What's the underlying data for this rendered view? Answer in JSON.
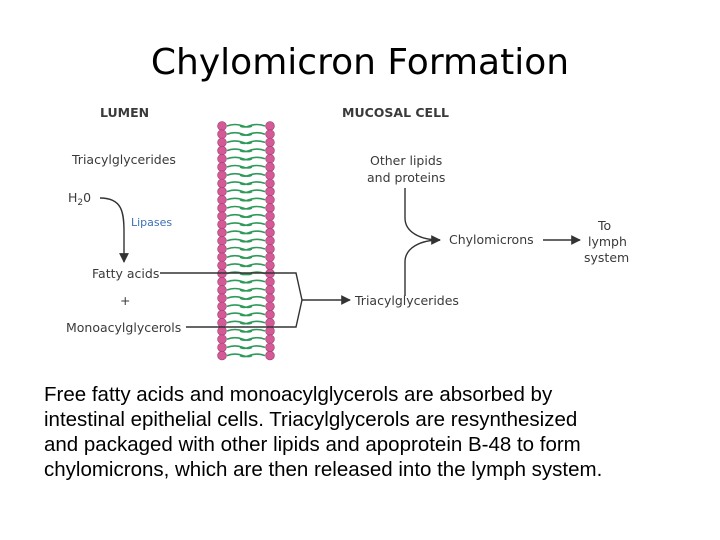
{
  "slide": {
    "title": "Chylomicron Formation",
    "caption_lines": [
      "Free fatty acids and monoacylglycerols are absorbed by",
      "intestinal epithelial cells. Triacylglycerols are resynthesized",
      "and packaged with other lipids and apoprotein B-48 to form",
      "chylomicrons, which are then released into the lymph system."
    ]
  },
  "diagram": {
    "lumen_label": "LUMEN",
    "mucosal_label": "MUCOSAL CELL",
    "triacylglycerides_left": "Triacylglycerides",
    "water": "H",
    "water_sub": "2",
    "water_end": "0",
    "lipases": "Lipases",
    "fatty_acids": "Fatty acids",
    "plus": "+",
    "monoacylglycerols": "Monoacylglycerols",
    "other_lipids_1": "Other lipids",
    "other_lipids_2": "and proteins",
    "chylomicrons": "Chylomicrons",
    "triacylglycerides_right": "Triacylglycerides",
    "to_lymph_1": "To",
    "to_lymph_2": "lymph",
    "to_lymph_3": "system",
    "colors": {
      "head": "#d35a96",
      "tail": "#2e9a5a",
      "arrow": "#333333",
      "lipase_text": "#3d6fb6"
    }
  }
}
